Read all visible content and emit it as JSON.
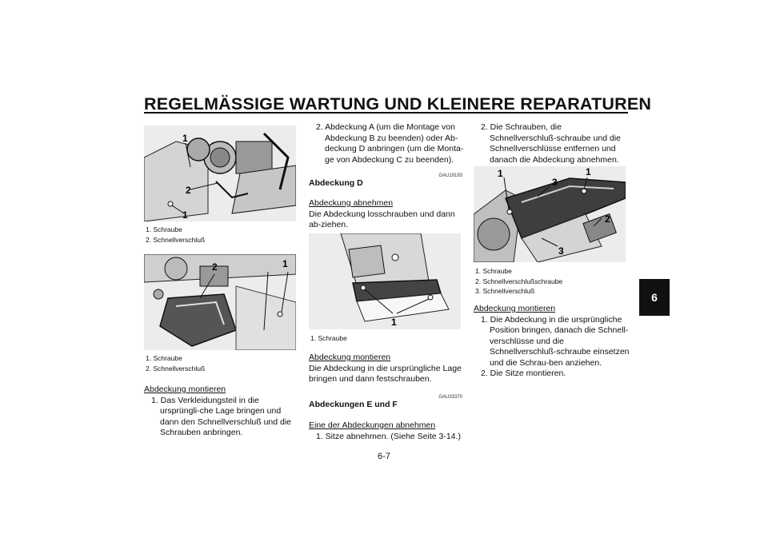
{
  "header": {
    "title": "REGELMÄSSIGE WARTUNG UND KLEINERE REPARATUREN"
  },
  "chapter_tab": "6",
  "page_number": "6-7",
  "col1": {
    "fig1": {
      "callouts": [
        "1",
        "2",
        "1"
      ],
      "captions": [
        "1. Schraube",
        "2. Schnellverschluß"
      ]
    },
    "fig2": {
      "callouts": [
        "2",
        "1"
      ],
      "captions": [
        "1. Schraube",
        "2. Schnellverschluß"
      ]
    },
    "sub_heading": "Abdeckung montieren",
    "steps": [
      "1. Das Verkleidungsteil in die ursprüngli-che Lage bringen und dann den Schnellverschluß und die Schrauben anbringen."
    ]
  },
  "col2": {
    "step2": "2. Abdeckung A (um die Montage von Abdeckung B zu beenden) oder Ab-deckung D anbringen (um die Monta-ge von Abdeckung C zu beenden).",
    "code_d": "GAU19193",
    "heading_d": "Abdeckung D",
    "sub_remove": "Abdeckung abnehmen",
    "text_remove": "Die Abdeckung losschrauben und dann ab-ziehen.",
    "fig3": {
      "callouts": [
        "1"
      ],
      "captions": [
        "1. Schraube"
      ]
    },
    "sub_install": "Abdeckung montieren",
    "text_install": "Die Abdeckung in die ursprüngliche Lage bringen und dann festschrauben.",
    "code_ef": "GAU33370",
    "heading_ef": "Abdeckungen E und F",
    "sub_remove_ef": "Eine der Abdeckungen abnehmen",
    "step1_ef": "1. Sitze abnehmen. (Siehe Seite 3-14.)"
  },
  "col3": {
    "step2": "2. Die Schrauben, die Schnellverschluß-schraube und die Schnellverschlüsse entfernen und danach die Abdeckung abnehmen.",
    "fig4": {
      "callouts": [
        "1",
        "3",
        "1",
        "2",
        "3"
      ],
      "captions": [
        "1. Schraube",
        "2. Schnellverschlußschraube",
        "3. Schnellverschluß"
      ]
    },
    "sub_install": "Abdeckung montieren",
    "steps": [
      "1. Die Abdeckung in die ursprüngliche Position bringen, danach die Schnell-verschlüsse und die Schnellverschluß-schraube einsetzen und die Schrau-ben anziehen.",
      "2. Die Sitze montieren."
    ]
  }
}
